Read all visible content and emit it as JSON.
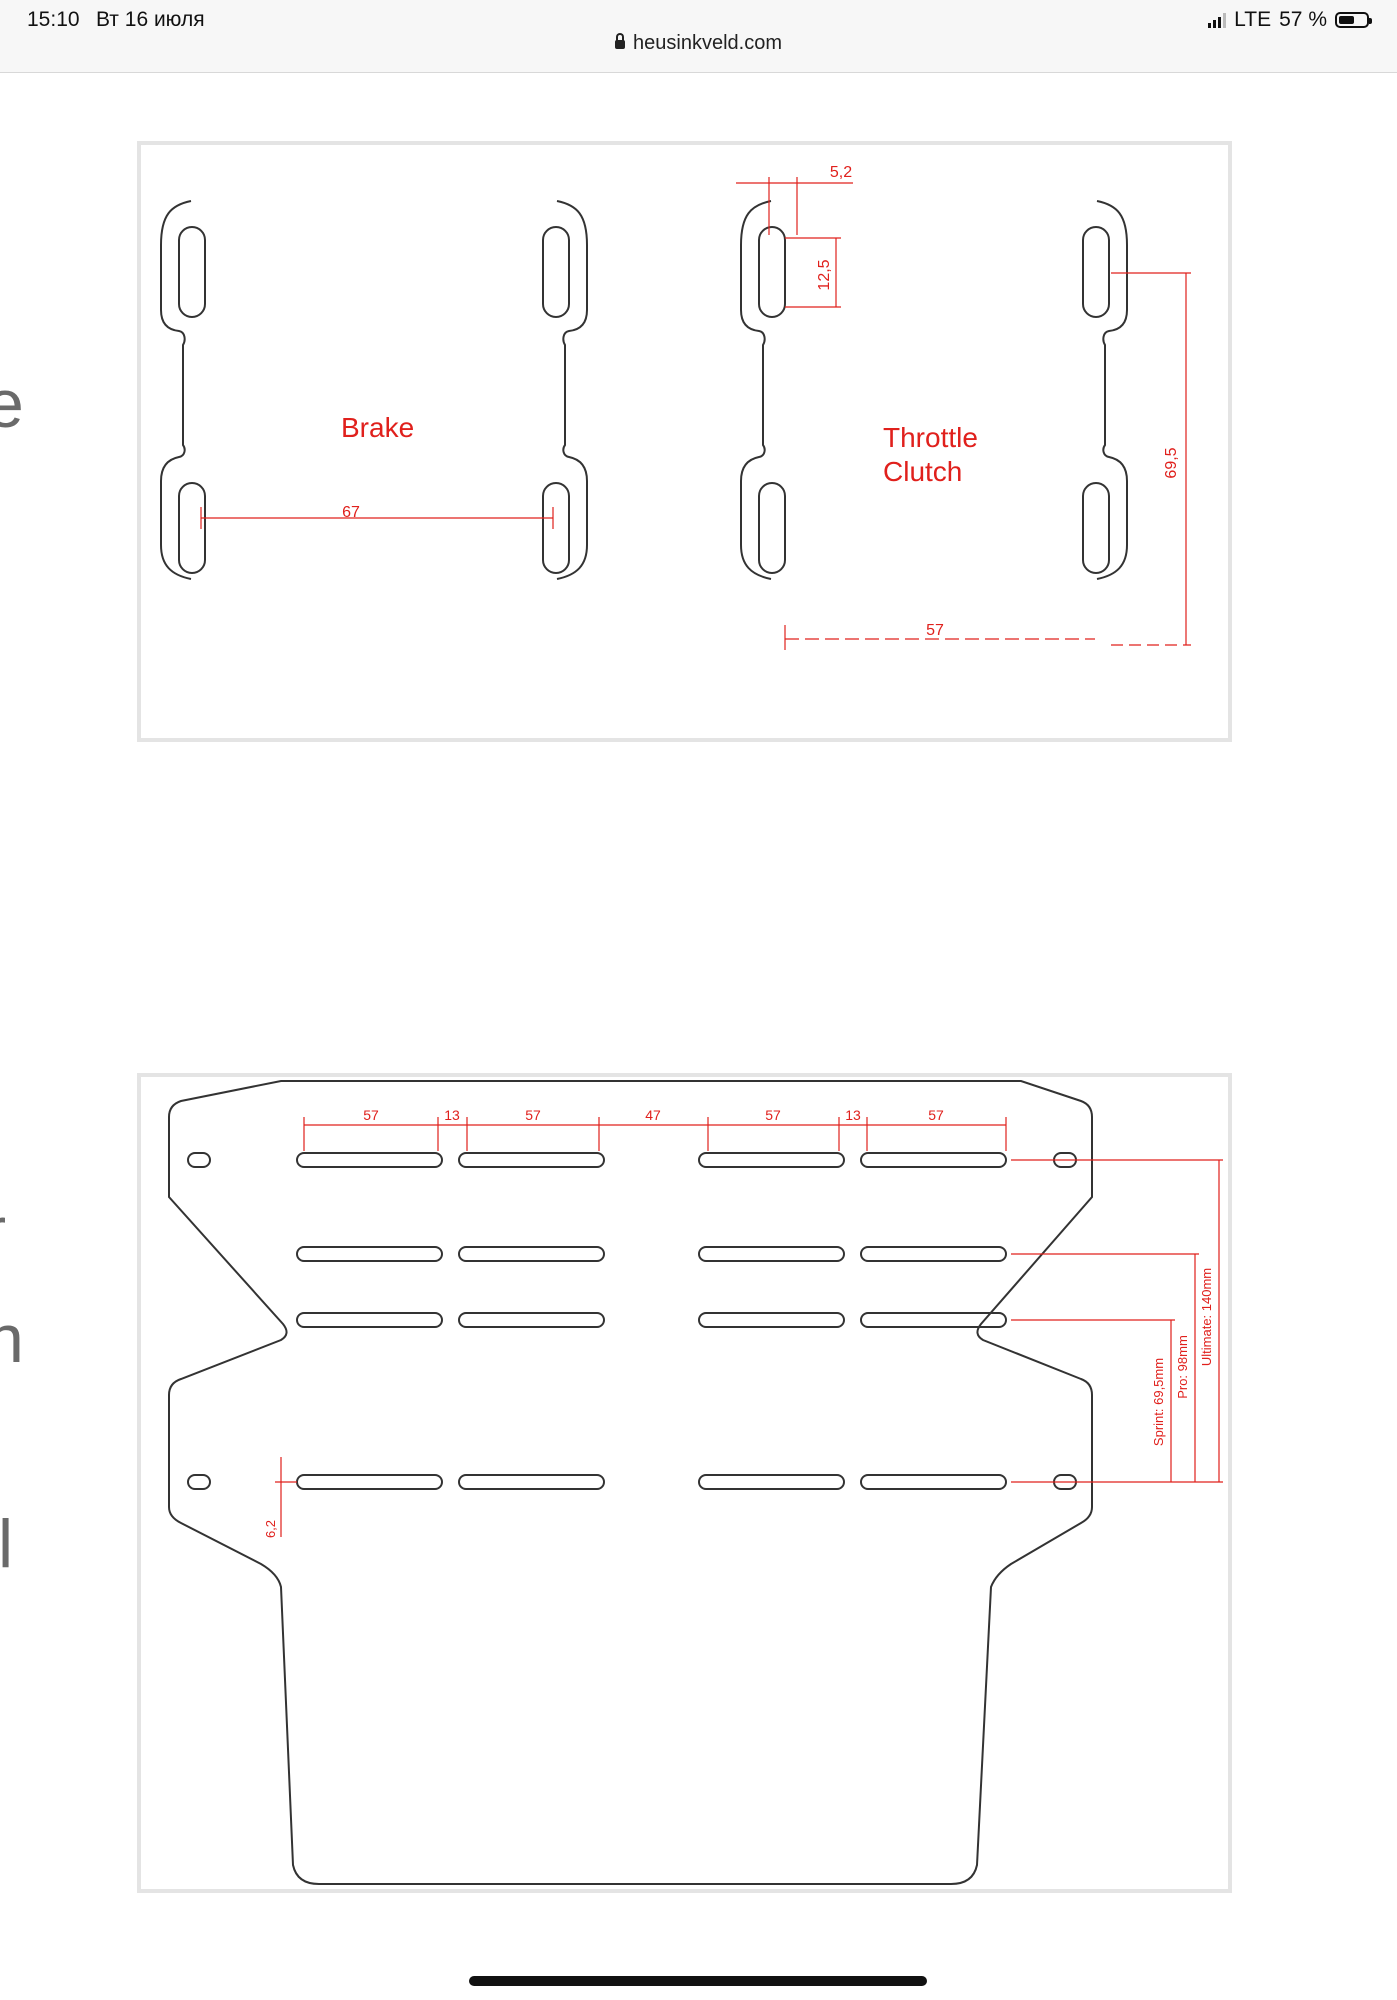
{
  "status_bar": {
    "time": "15:10",
    "date": "Вт 16 июля",
    "network": "LTE",
    "battery": "57 %",
    "battery_level": 0.57
  },
  "address_bar": {
    "url": "heusinkveld.com"
  },
  "page_side_letters": [
    "e",
    "r",
    "n",
    "l"
  ],
  "figure_top": {
    "labels": {
      "brake": "Brake",
      "throttle": "Throttle",
      "clutch": "Clutch"
    },
    "dimensions": {
      "brake_width": "67",
      "throttle_width": "57",
      "slot_width": "5,2",
      "slot_length": "12,5",
      "height": "69,5"
    }
  },
  "figure_bottom": {
    "top_dims": [
      "57",
      "13",
      "57",
      "47",
      "57",
      "13",
      "57"
    ],
    "side_dims": {
      "sprint": "Sprint: 69,5mm",
      "pro": "Pro: 98mm",
      "ultimate": "Ultimate: 140mm",
      "offset": "6,2"
    }
  },
  "colors": {
    "dimension_red": "#e0201c",
    "outline": "#333333",
    "panel_border": "#e4e4e4"
  }
}
